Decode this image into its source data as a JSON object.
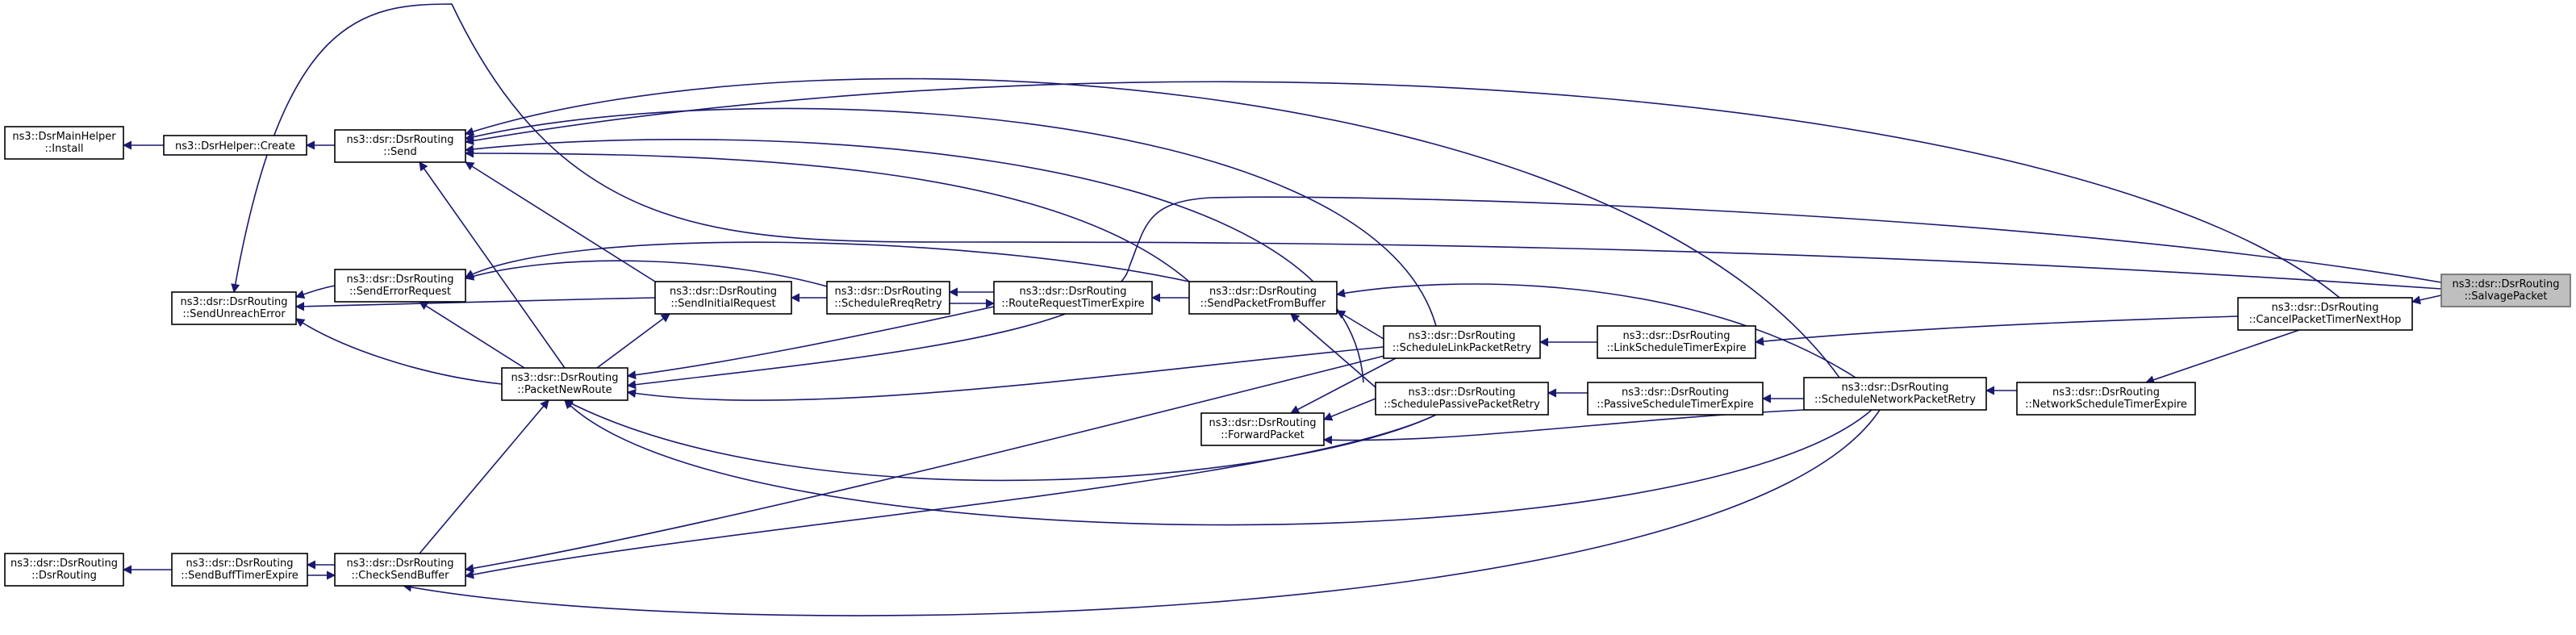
{
  "nodes": [
    {
      "id": "main_install",
      "lines": [
        "ns3::DsrMainHelper",
        "::Install"
      ]
    },
    {
      "id": "helper_create",
      "lines": [
        "ns3::DsrHelper::Create"
      ]
    },
    {
      "id": "send",
      "lines": [
        "ns3::dsr::DsrRouting",
        "::Send"
      ]
    },
    {
      "id": "send_unreach",
      "lines": [
        "ns3::dsr::DsrRouting",
        "::SendUnreachError"
      ]
    },
    {
      "id": "send_error",
      "lines": [
        "ns3::dsr::DsrRouting",
        "::SendErrorRequest"
      ]
    },
    {
      "id": "send_initial",
      "lines": [
        "ns3::dsr::DsrRouting",
        "::SendInitialRequest"
      ]
    },
    {
      "id": "sched_rreq",
      "lines": [
        "ns3::dsr::DsrRouting",
        "::ScheduleRreqRetry"
      ]
    },
    {
      "id": "rreq_timer",
      "lines": [
        "ns3::dsr::DsrRouting",
        "::RouteRequestTimerExpire"
      ]
    },
    {
      "id": "send_from_buffer",
      "lines": [
        "ns3::dsr::DsrRouting",
        "::SendPacketFromBuffer"
      ]
    },
    {
      "id": "packet_new_route",
      "lines": [
        "ns3::dsr::DsrRouting",
        "::PacketNewRoute"
      ]
    },
    {
      "id": "sched_link",
      "lines": [
        "ns3::dsr::DsrRouting",
        "::ScheduleLinkPacketRetry"
      ]
    },
    {
      "id": "link_timer",
      "lines": [
        "ns3::dsr::DsrRouting",
        "::LinkScheduleTimerExpire"
      ]
    },
    {
      "id": "sched_passive",
      "lines": [
        "ns3::dsr::DsrRouting",
        "::SchedulePassivePacketRetry"
      ]
    },
    {
      "id": "passive_timer",
      "lines": [
        "ns3::dsr::DsrRouting",
        "::PassiveScheduleTimerExpire"
      ]
    },
    {
      "id": "forward",
      "lines": [
        "ns3::dsr::DsrRouting",
        "::ForwardPacket"
      ]
    },
    {
      "id": "sched_network",
      "lines": [
        "ns3::dsr::DsrRouting",
        "::ScheduleNetworkPacketRetry"
      ]
    },
    {
      "id": "network_timer",
      "lines": [
        "ns3::dsr::DsrRouting",
        "::NetworkScheduleTimerExpire"
      ]
    },
    {
      "id": "cancel_timer",
      "lines": [
        "ns3::dsr::DsrRouting",
        "::CancelPacketTimerNextHop"
      ]
    },
    {
      "id": "salvage",
      "lines": [
        "ns3::dsr::DsrRouting",
        "::SalvagePacket"
      ],
      "highlighted": true
    },
    {
      "id": "dsr_ctor",
      "lines": [
        "ns3::dsr::DsrRouting",
        "::DsrRouting"
      ]
    },
    {
      "id": "buff_timer",
      "lines": [
        "ns3::dsr::DsrRouting",
        "::SendBuffTimerExpire"
      ]
    },
    {
      "id": "check_buffer",
      "lines": [
        "ns3::dsr::DsrRouting",
        "::CheckSendBuffer"
      ]
    }
  ],
  "edges": [
    {
      "from": "helper_create",
      "to": "main_install"
    },
    {
      "from": "send",
      "to": "helper_create"
    },
    {
      "from": "send_error",
      "to": "send_unreach"
    },
    {
      "from": "send_initial",
      "to": "send_unreach"
    },
    {
      "from": "packet_new_route",
      "to": "send_unreach"
    },
    {
      "from": "salvage",
      "to": "send_unreach"
    },
    {
      "from": "sched_rreq",
      "to": "send_initial"
    },
    {
      "from": "rreq_timer",
      "to": "sched_rreq"
    },
    {
      "from": "sched_rreq",
      "to": "send_error"
    },
    {
      "from": "sched_rreq",
      "to": "rreq_timer"
    },
    {
      "from": "send_from_buffer",
      "to": "rreq_timer"
    },
    {
      "from": "send_initial",
      "to": "send"
    },
    {
      "from": "packet_new_route",
      "to": "send"
    },
    {
      "from": "packet_new_route",
      "to": "send_initial"
    },
    {
      "from": "packet_new_route",
      "to": "send_error"
    },
    {
      "from": "rreq_timer",
      "to": "packet_new_route"
    },
    {
      "from": "send_from_buffer",
      "to": "send"
    },
    {
      "from": "send_from_buffer",
      "to": "send_error"
    },
    {
      "from": "salvage",
      "to": "packet_new_route"
    },
    {
      "from": "sched_link",
      "to": "send"
    },
    {
      "from": "sched_link",
      "to": "send_from_buffer"
    },
    {
      "from": "sched_link",
      "to": "packet_new_route"
    },
    {
      "from": "sched_link",
      "to": "check_buffer"
    },
    {
      "from": "sched_link",
      "to": "forward"
    },
    {
      "from": "link_timer",
      "to": "sched_link"
    },
    {
      "from": "sched_passive",
      "to": "send"
    },
    {
      "from": "sched_passive",
      "to": "send_from_buffer"
    },
    {
      "from": "sched_passive",
      "to": "packet_new_route"
    },
    {
      "from": "sched_passive",
      "to": "check_buffer"
    },
    {
      "from": "sched_passive",
      "to": "forward"
    },
    {
      "from": "passive_timer",
      "to": "sched_passive"
    },
    {
      "from": "sched_network",
      "to": "send"
    },
    {
      "from": "sched_network",
      "to": "send_from_buffer"
    },
    {
      "from": "sched_network",
      "to": "packet_new_route"
    },
    {
      "from": "sched_network",
      "to": "check_buffer"
    },
    {
      "from": "sched_network",
      "to": "forward"
    },
    {
      "from": "sched_network",
      "to": "passive_timer"
    },
    {
      "from": "network_timer",
      "to": "sched_network"
    },
    {
      "from": "cancel_timer",
      "to": "link_timer"
    },
    {
      "from": "cancel_timer",
      "to": "network_timer"
    },
    {
      "from": "cancel_timer",
      "to": "send"
    },
    {
      "from": "salvage",
      "to": "cancel_timer"
    },
    {
      "from": "check_buffer",
      "to": "packet_new_route"
    },
    {
      "from": "check_buffer",
      "to": "buff_timer"
    },
    {
      "from": "buff_timer",
      "to": "check_buffer"
    },
    {
      "from": "buff_timer",
      "to": "dsr_ctor"
    }
  ],
  "colors": {
    "edge": "#191970",
    "node_border": "#000000",
    "node_fill": "#ffffff",
    "focus_fill": "#bfbfbf",
    "focus_border": "#666666"
  }
}
